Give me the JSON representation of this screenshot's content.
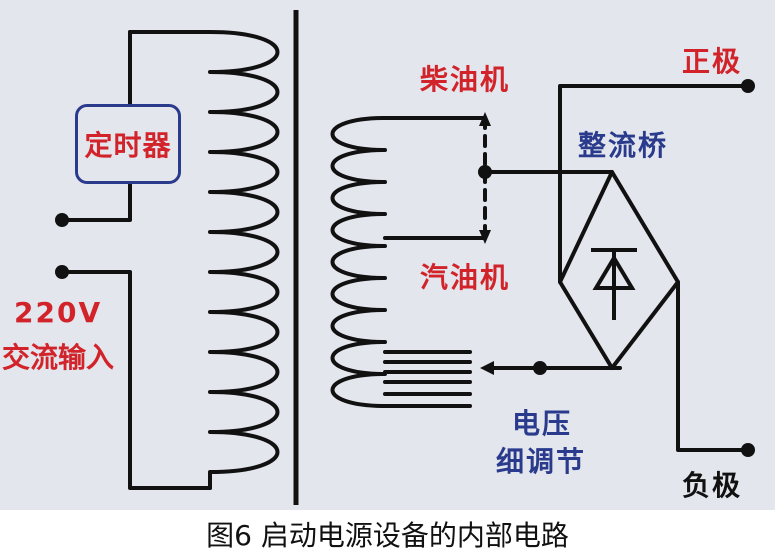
{
  "labels": {
    "timer": "定时器",
    "voltage": "220V",
    "ac_input": "交流输入",
    "diesel": "柴油机",
    "gasoline": "汽油机",
    "rectifier": "整流桥",
    "positive": "正极",
    "negative": "负极",
    "fine_adjust_1": "电压",
    "fine_adjust_2": "细调节"
  },
  "caption": "图6 启动电源设备的内部电路",
  "colors": {
    "label_red": "#d2232a",
    "label_blue": "#2a3a8c",
    "wire": "#111111",
    "background": "#e3e6ec"
  }
}
